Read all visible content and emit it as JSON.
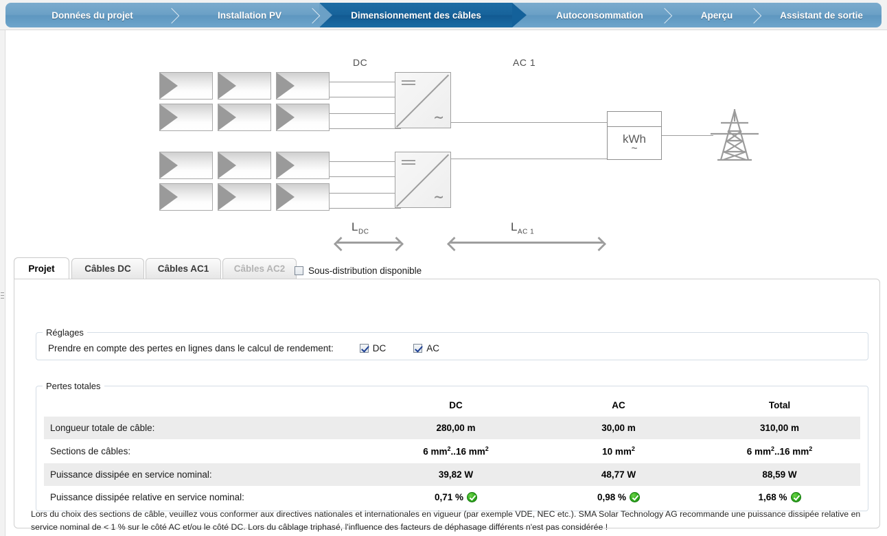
{
  "wizard": {
    "steps": [
      {
        "label": "Données du projet",
        "active": false
      },
      {
        "label": "Installation PV",
        "active": false
      },
      {
        "label": "Dimensionnement des câbles",
        "active": true
      },
      {
        "label": "Autoconsommation",
        "active": false
      },
      {
        "label": "Aperçu",
        "active": false
      },
      {
        "label": "Assistant de sortie",
        "active": false
      }
    ],
    "colors": {
      "inactive": "#6ba0c6",
      "active": "#14619a",
      "text": "#ffffff"
    }
  },
  "diagram": {
    "label_dc": "DC",
    "label_ac1": "AC 1",
    "meter_unit": "kWh",
    "meter_ac_symbol": "~",
    "dim_dc_label": "L",
    "dim_dc_sub": "DC",
    "dim_ac_label": "L",
    "dim_ac_sub": "AC 1",
    "module_count": 12,
    "inverter_count": 2
  },
  "tabs": {
    "items": [
      {
        "label": "Projet",
        "state": "selected"
      },
      {
        "label": "Câbles DC",
        "state": "normal"
      },
      {
        "label": "Câbles AC1",
        "state": "normal"
      },
      {
        "label": "Câbles AC2",
        "state": "disabled"
      }
    ],
    "subdistribution": {
      "label": "Sous-distribution disponible",
      "checked": false
    }
  },
  "settings": {
    "legend": "Réglages",
    "question": "Prendre en compte des pertes en lignes dans le calcul de rendement:",
    "dc": {
      "label": "DC",
      "checked": true
    },
    "ac": {
      "label": "AC",
      "checked": true
    }
  },
  "losses": {
    "legend": "Pertes totales",
    "headers": [
      "",
      "DC",
      "AC",
      "Total"
    ],
    "rows": [
      {
        "label": "Longueur totale de câble:",
        "dc": "280,00 m",
        "ac": "30,00 m",
        "total": "310,00 m",
        "status": null
      },
      {
        "label": "Sections de câbles:",
        "dc": "6 mm²..16 mm²",
        "ac": "10 mm²",
        "total": "6 mm²..16 mm²",
        "status": null
      },
      {
        "label": "Puissance dissipée en service nominal:",
        "dc": "39,82 W",
        "ac": "48,77 W",
        "total": "88,59 W",
        "status": null
      },
      {
        "label": "Puissance dissipée relative en service nominal:",
        "dc": "0,71 %",
        "ac": "0,98 %",
        "total": "1,68 %",
        "status": "ok"
      }
    ],
    "status_color_ok": "#2aa518"
  },
  "footnote": {
    "text": "Lors du choix des sections de câble, veuillez vous conformer aux directives nationales et internationales en vigueur (par exemple VDE, NEC etc.). SMA Solar Technology AG recommande une puissance dissipée relative en service nominal de < 1 % sur le côté AC et/ou le côté DC. Lors du câblage triphasé, l'influence des facteurs de déphasage différents n'est pas considérée !"
  }
}
